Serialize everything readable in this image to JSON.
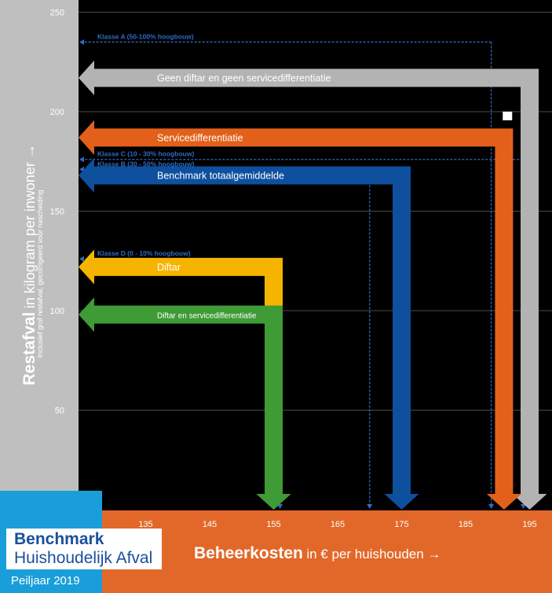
{
  "chart_data": {
    "type": "arrow-line",
    "ylabel": "Restafval",
    "ylabel_unit": "in kilogram per inwoner →",
    "ylabel_note": "Inclusief grof restafval, gecorrigeerd voor nascheiding",
    "xlabel": "Beheerkosten",
    "xlabel_unit": "in € per huishouden →",
    "xlim": [
      125,
      197
    ],
    "ylim": [
      0,
      250
    ],
    "yticks": [
      "50",
      "100",
      "150",
      "200",
      "250"
    ],
    "xticks": [
      "135",
      "145",
      "155",
      "165",
      "175",
      "185",
      "195"
    ],
    "series": [
      {
        "name": "Geen diftar en geen servicedifferentiatie",
        "x": 195,
        "y": 217,
        "color": "#b3b3b3",
        "style": "solid"
      },
      {
        "name": "Servicedifferentiatie",
        "x": 191,
        "y": 187,
        "color": "#e2601a",
        "style": "solid"
      },
      {
        "name": "Benchmark totaalgemiddelde",
        "x": 175,
        "y": 168,
        "color": "#0e4f9e",
        "style": "solid"
      },
      {
        "name": "Diftar",
        "x": 155,
        "y": 122,
        "color": "#f5b400",
        "style": "solid"
      },
      {
        "name": "Diftar en servicedifferentiatie",
        "x": 155,
        "y": 98,
        "color": "#3e9b35",
        "style": "solid"
      },
      {
        "name": "Klasse A (50-100% hoogbouw)",
        "x": 189,
        "y": 235,
        "color": "#2f6bc1",
        "style": "dashed"
      },
      {
        "name": "Klasse C (10 - 30% hoogbouw)",
        "x": 194,
        "y": 176,
        "color": "#2f6bc1",
        "style": "dashed"
      },
      {
        "name": "Klasse B (30 - 50% hoogbouw)",
        "x": 170,
        "y": 171,
        "color": "#2f6bc1",
        "style": "dashed"
      },
      {
        "name": "Klasse D (0 - 10% hoogbouw)",
        "x": 156,
        "y": 126,
        "color": "#2f6bc1",
        "style": "dashed"
      }
    ]
  },
  "logo": {
    "title": "Benchmark",
    "subtitle": "Huishoudelijk Afval",
    "year": "Peiljaar 2019"
  }
}
